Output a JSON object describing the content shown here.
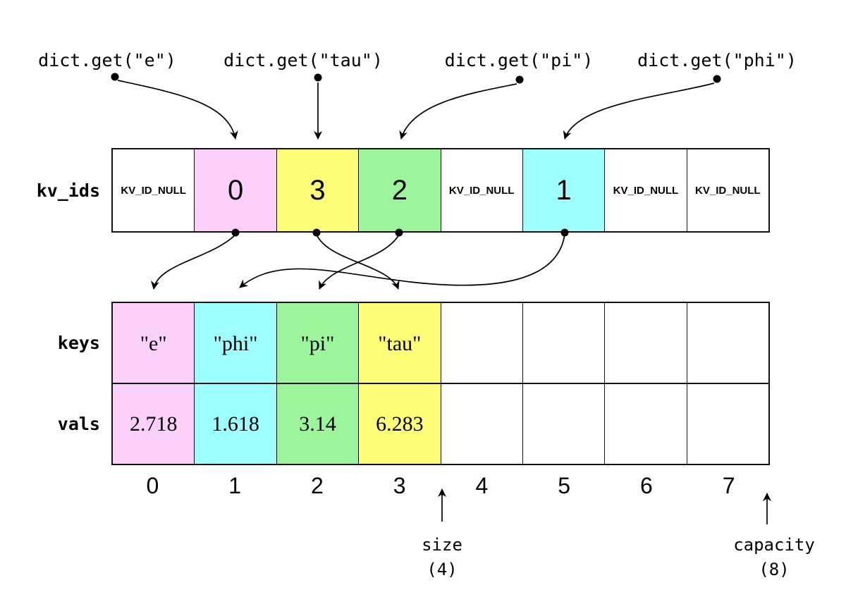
{
  "colors": {
    "pink": "#fbd0fb",
    "yellow": "#fdfd78",
    "green": "#9df59b",
    "cyan": "#9efdfd",
    "white": "#ffffff",
    "line": "#000000"
  },
  "queries": [
    {
      "label": "dict.get(\"e\")"
    },
    {
      "label": "dict.get(\"tau\")"
    },
    {
      "label": "dict.get(\"pi\")"
    },
    {
      "label": "dict.get(\"phi\")"
    }
  ],
  "kv_ids": {
    "label": "kv_ids",
    "cells": [
      {
        "value": "KV_ID_NULL",
        "color": "white"
      },
      {
        "value": "0",
        "color": "pink"
      },
      {
        "value": "3",
        "color": "yellow"
      },
      {
        "value": "2",
        "color": "green"
      },
      {
        "value": "KV_ID_NULL",
        "color": "white"
      },
      {
        "value": "1",
        "color": "cyan"
      },
      {
        "value": "KV_ID_NULL",
        "color": "white"
      },
      {
        "value": "KV_ID_NULL",
        "color": "white"
      }
    ]
  },
  "keys": {
    "label": "keys",
    "cells": [
      {
        "value": "\"e\"",
        "color": "pink"
      },
      {
        "value": "\"phi\"",
        "color": "cyan"
      },
      {
        "value": "\"pi\"",
        "color": "green"
      },
      {
        "value": "\"tau\"",
        "color": "yellow"
      },
      {
        "value": "",
        "color": "white"
      },
      {
        "value": "",
        "color": "white"
      },
      {
        "value": "",
        "color": "white"
      },
      {
        "value": "",
        "color": "white"
      }
    ]
  },
  "vals": {
    "label": "vals",
    "cells": [
      {
        "value": "2.718",
        "color": "pink"
      },
      {
        "value": "1.618",
        "color": "cyan"
      },
      {
        "value": "3.14",
        "color": "green"
      },
      {
        "value": "6.283",
        "color": "yellow"
      },
      {
        "value": "",
        "color": "white"
      },
      {
        "value": "",
        "color": "white"
      },
      {
        "value": "",
        "color": "white"
      },
      {
        "value": "",
        "color": "white"
      }
    ]
  },
  "indices": [
    "0",
    "1",
    "2",
    "3",
    "4",
    "5",
    "6",
    "7"
  ],
  "size_marker": {
    "label": "size",
    "value": "(4)"
  },
  "capacity_marker": {
    "label": "capacity",
    "value": "(8)"
  }
}
